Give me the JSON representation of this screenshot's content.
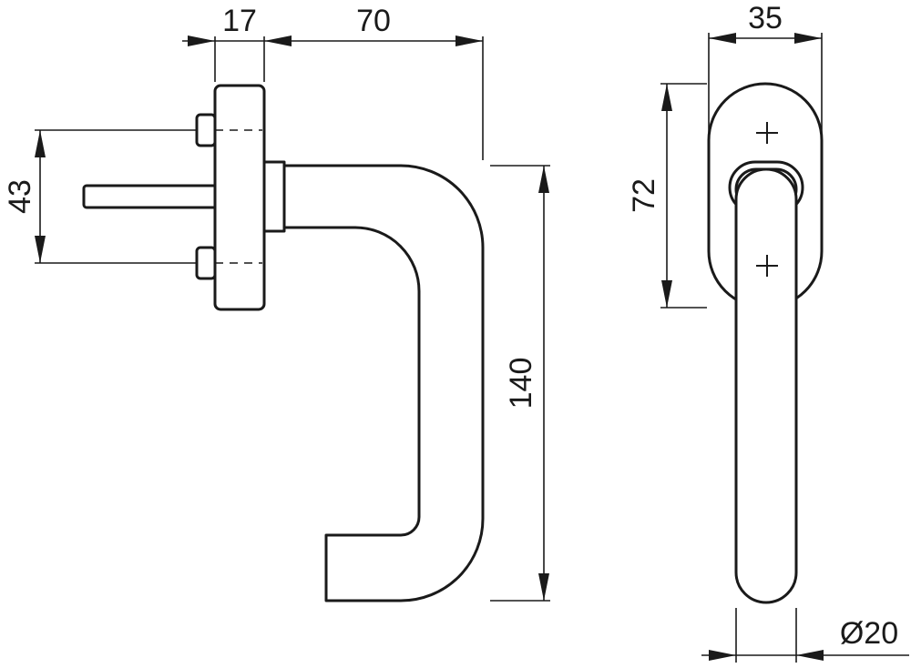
{
  "dimensions": {
    "rose_thickness": "17",
    "handle_projection": "70",
    "rose_width": "35",
    "fixing_centres": "43",
    "rose_height": "72",
    "handle_length": "140",
    "grip_diameter": "Ø20"
  }
}
